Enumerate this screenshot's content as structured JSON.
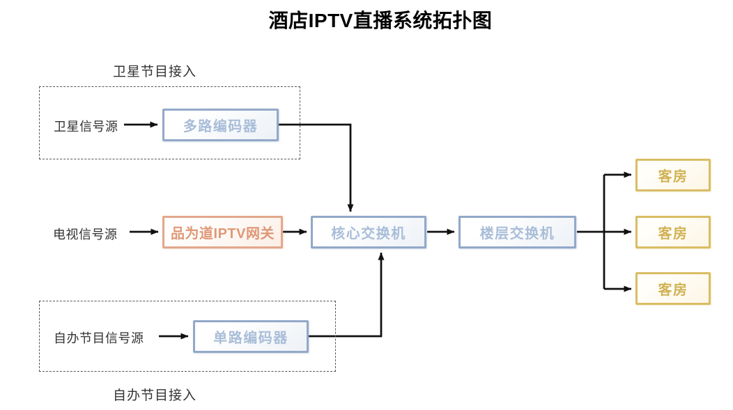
{
  "title": "酒店IPTV直播系统拓扑图",
  "satellite_group": {
    "caption": "卫星节目接入",
    "source": "卫星信号源",
    "encoder": "多路编码器"
  },
  "tv_row": {
    "source": "电视信号源",
    "gateway": "品为道IPTV网关"
  },
  "self_group": {
    "caption": "自办节目接入",
    "source": "自办节目信号源",
    "encoder": "单路编码器"
  },
  "switches": {
    "core": "核心交换机",
    "floor": "楼层交换机"
  },
  "rooms": [
    "客房",
    "客房",
    "客房"
  ],
  "colors": {
    "encoder_border": "#92a8c8",
    "encoder_text": "#a9bdd8",
    "gateway_border": "#e3a78b",
    "gateway_text": "#df9876",
    "room_border": "#dabd64",
    "room_text": "#d1b254",
    "connector": "#111111",
    "label_text": "#333333"
  }
}
